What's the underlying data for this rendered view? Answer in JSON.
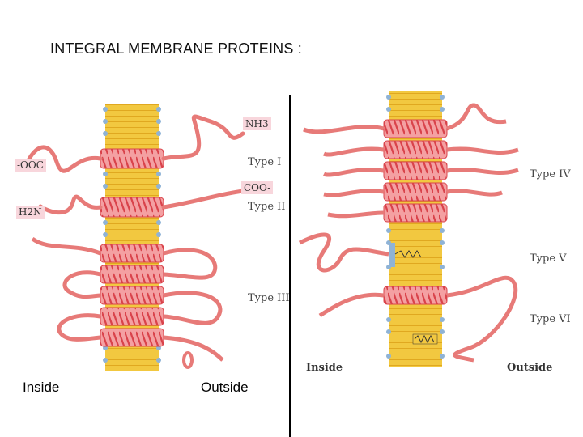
{
  "title": "INTEGRAL MEMBRANE PROTEINS :",
  "left_panel": {
    "nh3": "NH3",
    "ooc": "-OOC",
    "coo": "COO-",
    "h2n": "H2N",
    "type1": "Type I",
    "type2": "Type II",
    "type3": "Type III",
    "inside": "Inside",
    "outside": "Outside"
  },
  "right_panel": {
    "type4": "Type IV",
    "type5": "Type V",
    "type6": "Type VI",
    "inside": "Inside",
    "outside": "Outside"
  },
  "colors": {
    "helix": "#e0525a",
    "chain": "#e77a78",
    "lipid_core": "#f2c840",
    "lipid_head": "#8fb3d6",
    "label_bg": "#f8d6dc"
  }
}
